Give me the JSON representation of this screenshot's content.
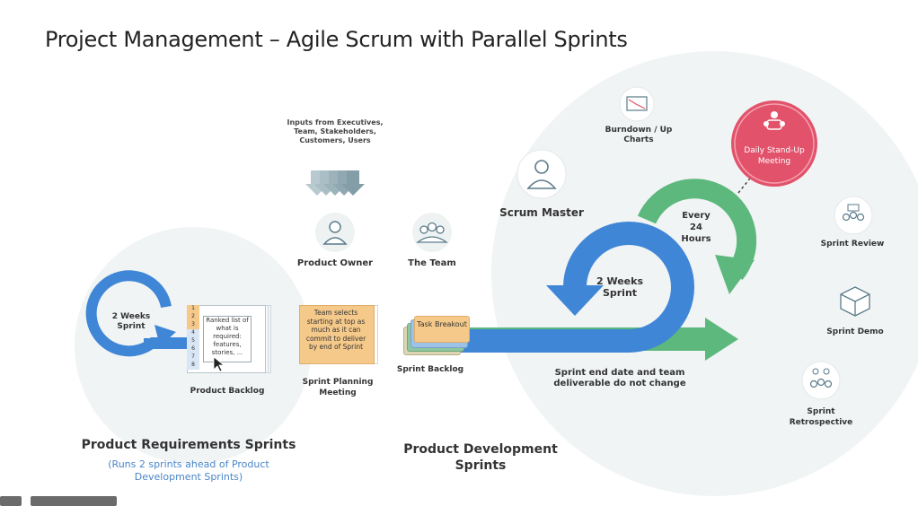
{
  "title": "Project Management –  Agile Scrum with Parallel Sprints",
  "inputs_text": "Inputs from Executives, Team, Stakeholders, Customers, Users",
  "roles": {
    "product_owner": "Product Owner",
    "the_team": "The Team",
    "scrum_master": "Scrum Master"
  },
  "product_backlog": {
    "label": "Product Backlog",
    "loop_label": "2 Weeks Sprint",
    "numbers": [
      "1",
      "2",
      "3",
      "4",
      "5",
      "6",
      "7",
      "8"
    ],
    "note": "Ranked list of what is required: features, stories, ..."
  },
  "sprint_planning": {
    "note": "Team selects starting at top as much as it can commit to deliver by end of Sprint",
    "label": "Sprint Planning Meeting"
  },
  "sprint_backlog": {
    "card": "Task Breakout",
    "label": "Sprint Backlog"
  },
  "sprint_cycle": {
    "two_weeks": "2 Weeks Sprint",
    "every_24": "Every 24 Hours",
    "end_note": "Sprint end date and team deliverable do not change"
  },
  "satellites": {
    "burndown": "Burndown / Up Charts",
    "standup": "Daily Stand-Up Meeting",
    "review": "Sprint Review",
    "demo": "Sprint Demo",
    "retro": "Sprint Retrospective"
  },
  "footer": {
    "prs_title": "Product Requirements Sprints",
    "prs_sub": "(Runs 2 sprints ahead of Product Development Sprints)",
    "pds_title": "Product Development Sprints"
  },
  "colors": {
    "blue": "#3f86d6",
    "green": "#5cb87c",
    "pink": "#e2526b",
    "orange": "#f5c98a",
    "circle": "#f0f3f4"
  }
}
